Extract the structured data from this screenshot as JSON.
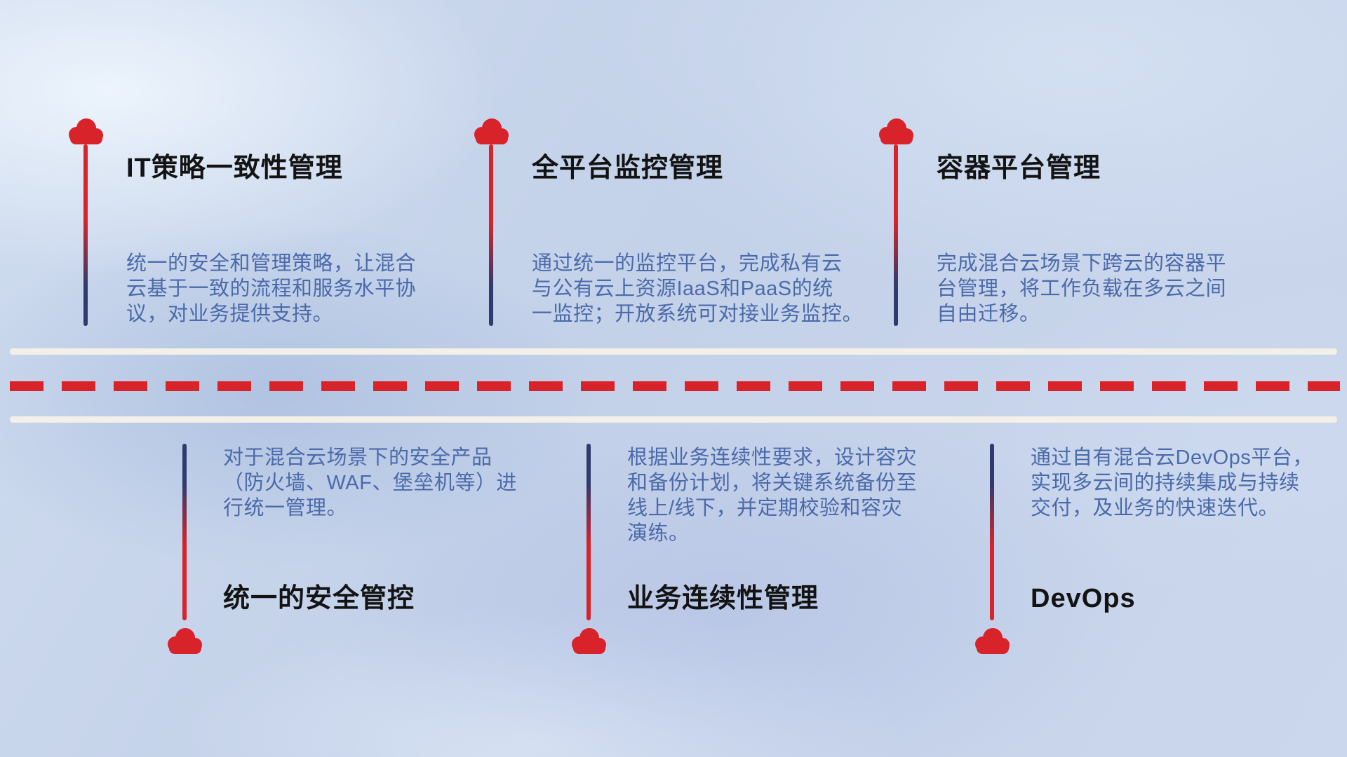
{
  "features": [
    {
      "id": "it-policy-consistency",
      "side": "top",
      "icon": "cloud-icon",
      "title": "IT策略一致性管理",
      "description": "统一的安全和管理策略，让混合\n云基于一致的流程和服务水平协\n议，对业务提供支持。"
    },
    {
      "id": "full-platform-monitoring",
      "side": "top",
      "icon": "cloud-icon",
      "title": "全平台监控管理",
      "description": "通过统一的监控平台，完成私有云\n与公有云上资源IaaS和PaaS的统\n一监控；开放系统可对接业务监控。"
    },
    {
      "id": "container-platform-management",
      "side": "top",
      "icon": "cloud-icon",
      "title": "容器平台管理",
      "description": "完成混合云场景下跨云的容器平\n台管理，将工作负载在多云之间\n自由迁移。"
    },
    {
      "id": "unified-security-control",
      "side": "bottom",
      "icon": "cloud-icon",
      "title": "统一的安全管控",
      "description": "对于混合云场景下的安全产品\n（防火墙、WAF、堡垒机等）进\n行统一管理。"
    },
    {
      "id": "business-continuity-management",
      "side": "bottom",
      "icon": "cloud-icon",
      "title": "业务连续性管理",
      "description": "根据业务连续性要求，设计容灾\n和备份计划，将关键系统备份至\n线上/线下，并定期校验和容灾\n演练。"
    },
    {
      "id": "devops",
      "side": "bottom",
      "icon": "cloud-icon",
      "title": "DevOps",
      "description": "通过自有混合云DevOps平台，\n实现多云间的持续集成与持续\n交付，及业务的快速迭代。"
    }
  ],
  "colors": {
    "cloud_red": "#d8232a",
    "stem_navy": "#2f3b6e",
    "title_text": "#131313",
    "desc_text": "#4b6aa9",
    "road_line": "#f3efe9",
    "dash_red": "#d8232a"
  }
}
